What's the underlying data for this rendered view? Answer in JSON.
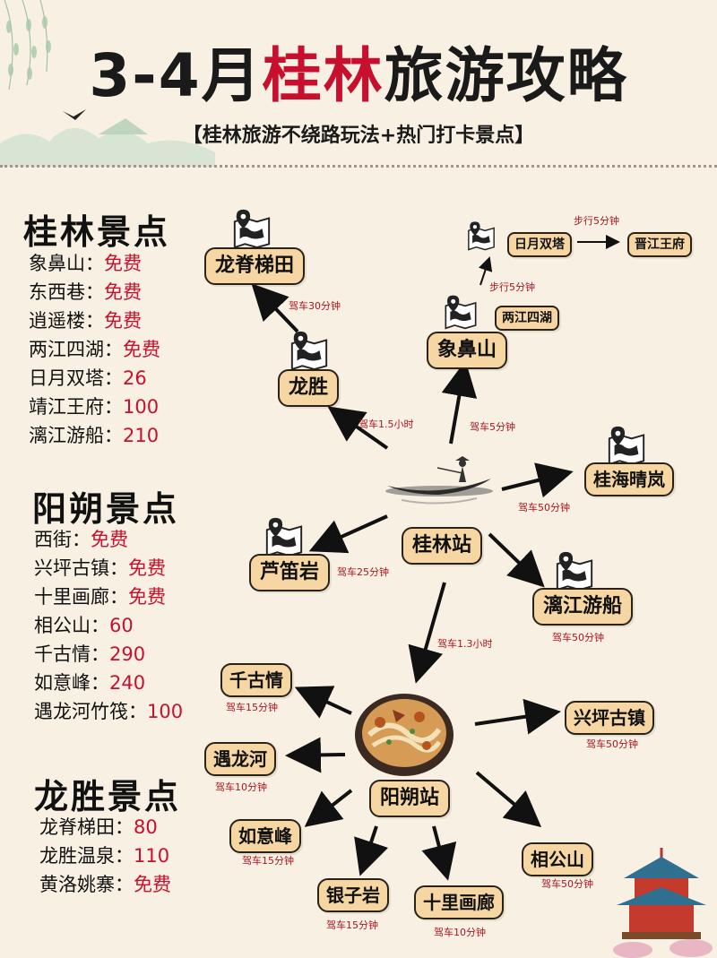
{
  "header": {
    "title_pre": "3-4月",
    "title_red": "桂林",
    "title_post": "旅游攻略",
    "subtitle": "【桂林旅游不绕路玩法+热门打卡景点】"
  },
  "colors": {
    "accent": "#c8102e",
    "node_fill": "#f6d7a4",
    "background": "#f8f1e3"
  },
  "sections": [
    {
      "title": "桂林景点",
      "items": [
        {
          "name": "象鼻山：",
          "price": "免费",
          "highlight": true
        },
        {
          "name": "东西巷：",
          "price": "免费",
          "highlight": true
        },
        {
          "name": "逍遥楼：",
          "price": "免费",
          "highlight": true
        },
        {
          "name": "两江四湖：",
          "price": "免费",
          "highlight": true
        },
        {
          "name": "日月双塔：",
          "price": "26",
          "highlight": true
        },
        {
          "name": "靖江王府：",
          "price": "100",
          "highlight": true
        },
        {
          "name": "漓江游船：",
          "price": "210",
          "highlight": true
        }
      ]
    },
    {
      "title": "阳朔景点",
      "items": [
        {
          "name": "西街：",
          "price": "免费",
          "highlight": true
        },
        {
          "name": "兴坪古镇：",
          "price": "免费",
          "highlight": true
        },
        {
          "name": "十里画廊：",
          "price": "免费",
          "highlight": true
        },
        {
          "name": "相公山：",
          "price": "60",
          "highlight": true
        },
        {
          "name": "千古情：",
          "price": "290",
          "highlight": true
        },
        {
          "name": "如意峰：",
          "price": "240",
          "highlight": true
        },
        {
          "name": "遇龙河竹筏：",
          "price": "100",
          "highlight": true
        }
      ]
    },
    {
      "title": "龙胜景点",
      "items": [
        {
          "name": "龙脊梯田：",
          "price": "80",
          "highlight": true
        },
        {
          "name": "龙胜温泉：",
          "price": "110",
          "highlight": true
        },
        {
          "name": "黄洛姚寨：",
          "price": "免费",
          "highlight": true
        }
      ]
    }
  ],
  "diagram": {
    "nodes": {
      "longji": "龙脊梯田",
      "longsheng": "龙胜",
      "xiangbi": "象鼻山",
      "liangjiang": "两江四湖",
      "riyue": "日月双塔",
      "jingjiang": "晋江王府",
      "guihai": "桂海晴岚",
      "guilin_station": "桂林站",
      "ludi": "芦笛岩",
      "lijiang": "漓江游船",
      "yangshuo_station": "阳朔站",
      "qiangu": "千古情",
      "yulong": "遇龙河",
      "ruyi": "如意峰",
      "yinzi": "银子岩",
      "shili": "十里画廊",
      "xiangong": "相公山",
      "xingping": "兴坪古镇"
    },
    "notes": {
      "longji": "驾车30分钟",
      "longsheng": "驾车1.5小时",
      "xiangbi": "驾车5分钟",
      "walk1": "步行5分钟",
      "walk2": "步行5分钟",
      "guihai": "驾车50分钟",
      "ludi": "驾车25分钟",
      "lijiang": "驾车50分钟",
      "yangshuo": "驾车1.3小时",
      "qiangu": "驾车15分钟",
      "yulong": "驾车10分钟",
      "ruyi": "驾车15分钟",
      "yinzi": "驾车15分钟",
      "shili": "驾车10分钟",
      "xiangong": "驾车50分钟",
      "xingping": "驾车50分钟"
    }
  }
}
